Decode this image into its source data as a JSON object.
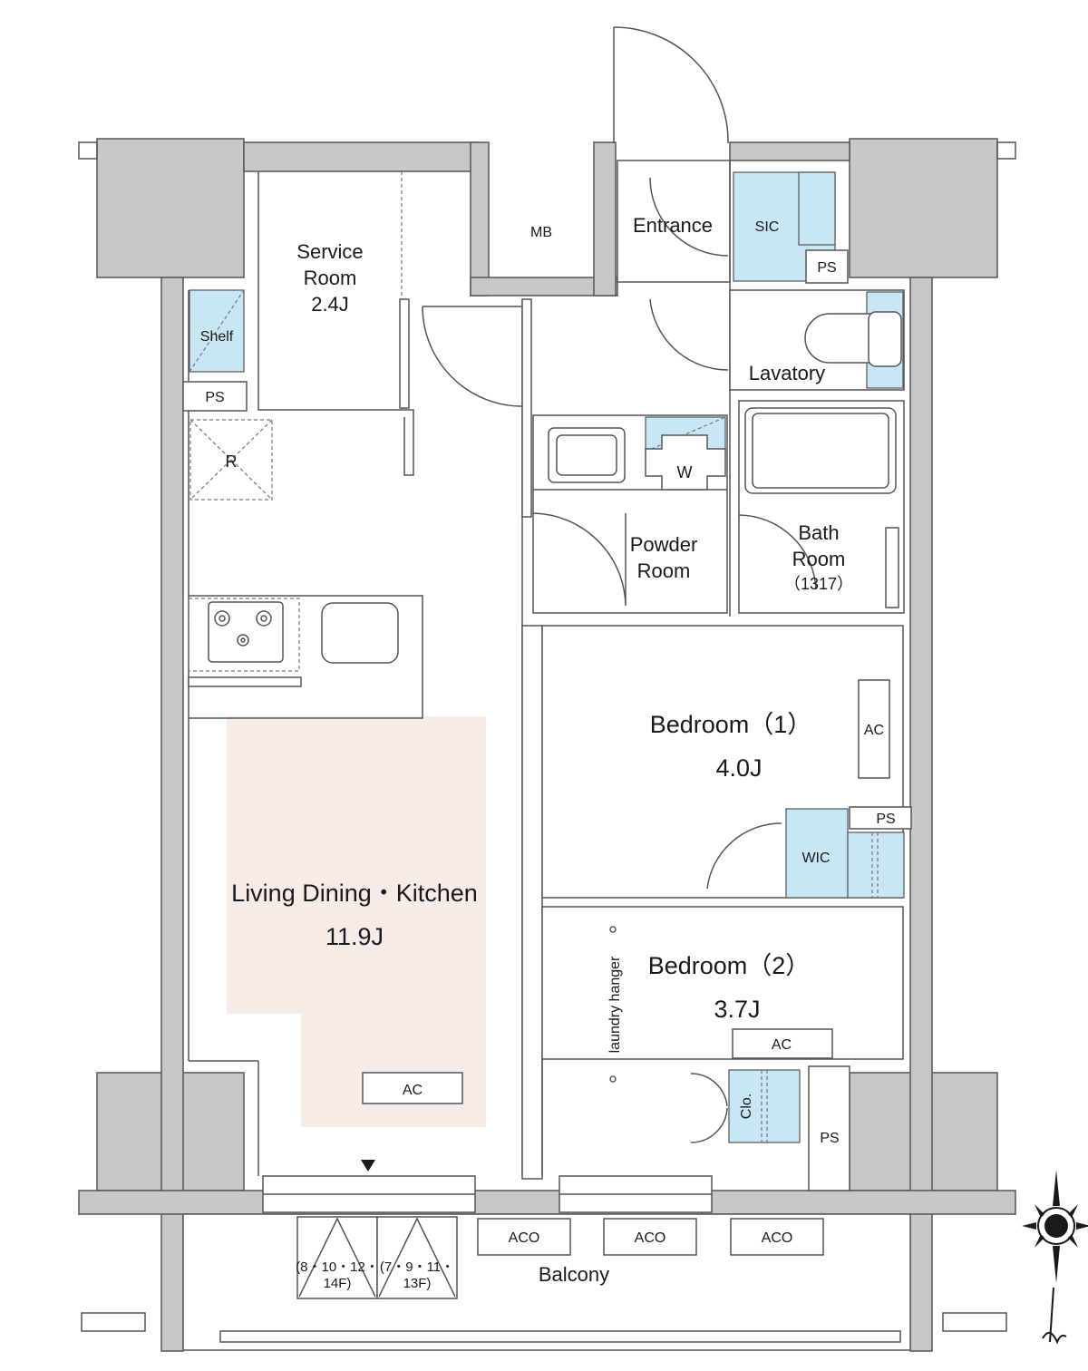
{
  "rooms": {
    "service_room": {
      "name_line1": "Service",
      "name_line2": "Room",
      "size": "2.4J"
    },
    "mb": "MB",
    "entrance": "Entrance",
    "sic": "SIC",
    "ps_entrance": "PS",
    "shelf": "Shelf",
    "ps_service": "PS",
    "refrigerator": "R",
    "lavatory": "Lavatory",
    "washer": "W",
    "powder_room": {
      "line1": "Powder",
      "line2": "Room"
    },
    "bath_room": {
      "line1": "Bath",
      "line2": "Room",
      "line3": "（1317）"
    },
    "bedroom1": {
      "name": "Bedroom（1）",
      "size": "4.0J",
      "ac": "AC"
    },
    "wic": "WIC",
    "ps_wic": "PS",
    "ldk": {
      "name": "Living Dining・Kitchen",
      "size": "11.9J",
      "ac": "AC"
    },
    "bedroom2": {
      "name": "Bedroom（2）",
      "size": "3.7J",
      "ac": "AC"
    },
    "laundry_hanger": "laundry hanger",
    "clo": "Clo.",
    "ps_bedroom2": "PS",
    "balcony": "Balcony",
    "aco": [
      "ACO",
      "ACO",
      "ACO"
    ],
    "hatch_left": {
      "line1": "(8・10・12・",
      "line2": "14F)"
    },
    "hatch_right": {
      "line1": "(7・9・11・",
      "line2": "13F)"
    }
  },
  "colors": {
    "wall": "#c8c8c8",
    "line": "#555555",
    "storage": "#c9e6f5",
    "ldk_floor": "#f7ebe7"
  },
  "icons": [
    "compass-icon",
    "entry-arrow-icon",
    "stove-burner-icon",
    "sink-icon",
    "toilet-icon",
    "bathtub-icon"
  ]
}
